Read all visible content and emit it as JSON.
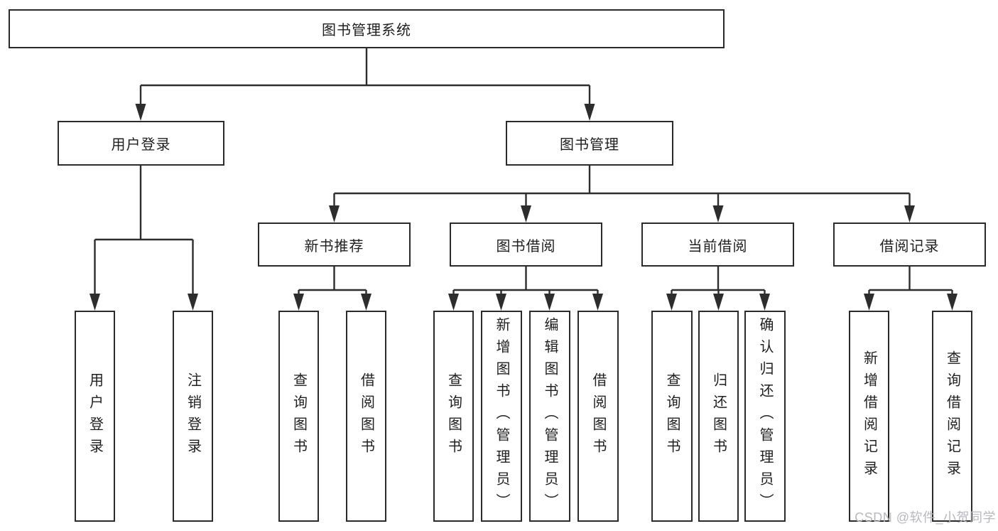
{
  "diagram": {
    "root": {
      "label": "图书管理系统"
    },
    "level2": [
      {
        "label": "用户登录"
      },
      {
        "label": "图书管理"
      }
    ],
    "level3": [
      {
        "label": "新书推荐"
      },
      {
        "label": "图书借阅"
      },
      {
        "label": "当前借阅"
      },
      {
        "label": "借阅记录"
      }
    ],
    "leaves": [
      {
        "label": "用户登录"
      },
      {
        "label": "注销登录"
      },
      {
        "label": "查询图书"
      },
      {
        "label": "借阅图书"
      },
      {
        "label": "查询图书"
      },
      {
        "label": "新增图书（管理员）"
      },
      {
        "label": "编辑图书（管理员）"
      },
      {
        "label": "借阅图书"
      },
      {
        "label": "查询图书"
      },
      {
        "label": "归还图书"
      },
      {
        "label": "确认归还（管理员）"
      },
      {
        "label": "新增借阅记录"
      },
      {
        "label": "查询借阅记录"
      }
    ],
    "edges": [
      {
        "from": "图书管理系统",
        "to": [
          "用户登录",
          "图书管理"
        ]
      },
      {
        "from": "用户登录",
        "to": [
          "用户登录",
          "注销登录"
        ]
      },
      {
        "from": "图书管理",
        "to": [
          "新书推荐",
          "图书借阅",
          "当前借阅",
          "借阅记录"
        ]
      },
      {
        "from": "新书推荐",
        "to": [
          "查询图书",
          "借阅图书"
        ]
      },
      {
        "from": "图书借阅",
        "to": [
          "查询图书",
          "新增图书（管理员）",
          "编辑图书（管理员）",
          "借阅图书"
        ]
      },
      {
        "from": "当前借阅",
        "to": [
          "查询图书",
          "归还图书",
          "确认归还（管理员）"
        ]
      },
      {
        "from": "借阅记录",
        "to": [
          "新增借阅记录",
          "查询借阅记录"
        ]
      }
    ],
    "colors": {
      "line": "#2d2d2d",
      "box_border": "#2b2b2b",
      "box_fill": "#ffffff",
      "text": "#1f1f1f",
      "background": "#ffffff",
      "watermark": "#b8b8bd"
    }
  },
  "watermark": {
    "text": "CSDN @软件_小贺同学"
  }
}
